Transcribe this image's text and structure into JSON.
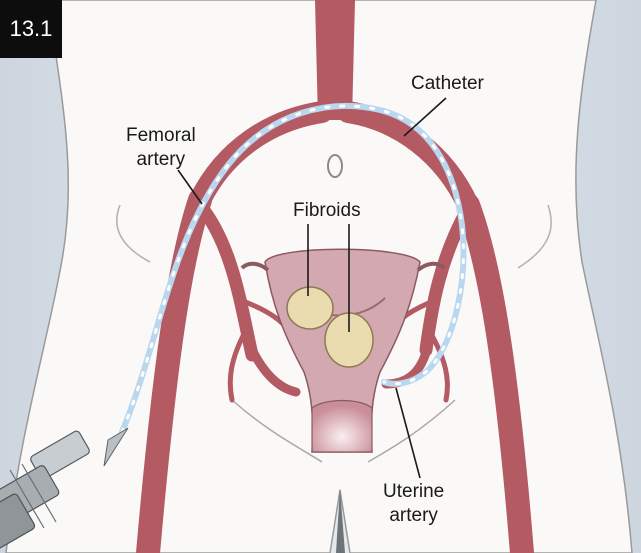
{
  "figure": {
    "number": "13.1",
    "labels": {
      "catheter": "Catheter",
      "femoral_line1": "Femoral",
      "femoral_line2": "artery",
      "fibroids": "Fibroids",
      "uterine_line1": "Uterine",
      "uterine_line2": "artery"
    }
  },
  "colors": {
    "background": "#dde3e9",
    "skin": "#faf9f7",
    "artery": "#b35a63",
    "catheter": "#b9d8ef",
    "uterus": "#d3a8b0",
    "fibroid": "#eadcae",
    "badge": "#0d0d0d"
  }
}
